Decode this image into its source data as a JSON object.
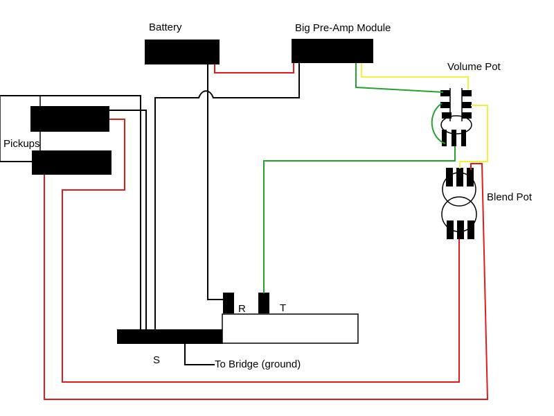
{
  "labels": {
    "battery": "Battery",
    "preamp": "Big Pre-Amp Module",
    "volume_pot": "Volume Pot",
    "pickups": "Pickups",
    "blend_pot": "Blend Pot",
    "ring": "R",
    "tip": "T",
    "sleeve": "S",
    "ground": "To Bridge (ground)"
  },
  "colors": {
    "black": "#000000",
    "red": "#e11b1b",
    "green": "#21a229",
    "yellow": "#f2f23a"
  }
}
